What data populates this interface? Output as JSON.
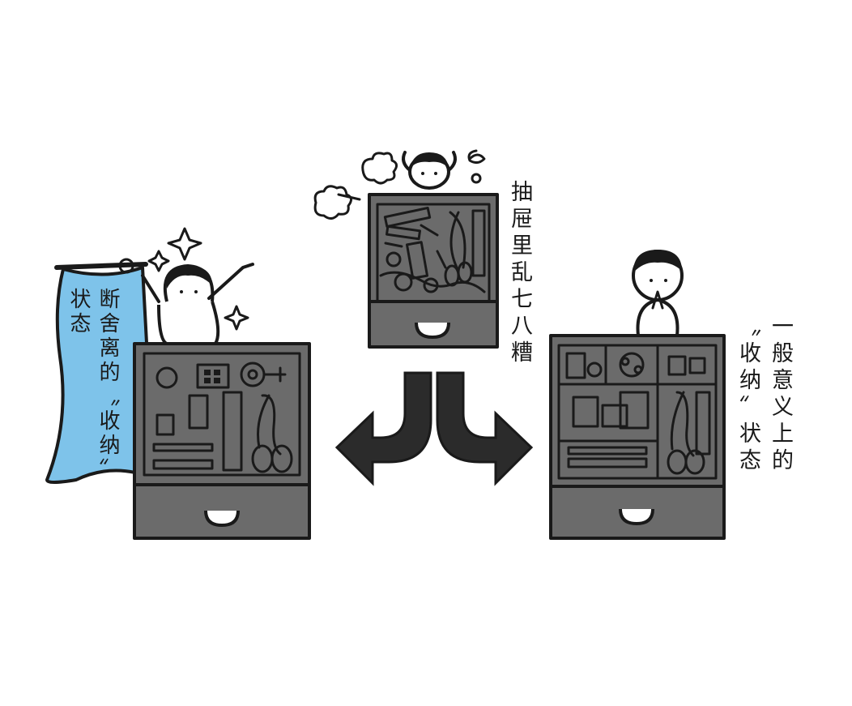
{
  "labels": {
    "top": "抽屉里乱七八糟",
    "right_line1": "一般意义上的",
    "right_line2": "〝收纳〞状态",
    "left_line1": "断舍离的〝收纳〞",
    "left_line2": "状态"
  },
  "colors": {
    "ink": "#1a1a1a",
    "blue": "#7ec3ea",
    "drawer_gray": "#6b6b6b",
    "drawer_inner": "#efefef",
    "arrow": "#2b2b2b"
  }
}
